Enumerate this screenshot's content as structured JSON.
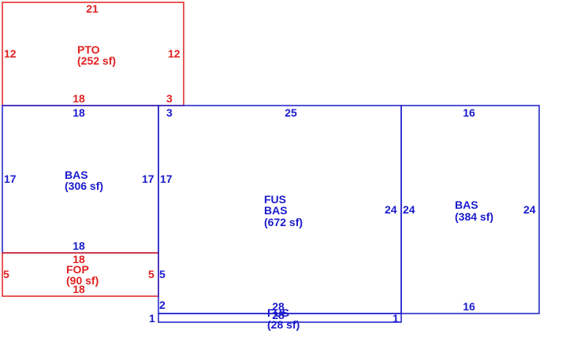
{
  "colors": {
    "patio": "#e02020",
    "building": "#1a1acc"
  },
  "areas": {
    "pto": {
      "code": "PTO",
      "size": "(252 sf)"
    },
    "bas_a": {
      "code": "BAS",
      "size": "(306 sf)"
    },
    "fop": {
      "code": "FOP",
      "size": "(90 sf)"
    },
    "center": {
      "code1": "FUS",
      "code2": "BAS",
      "size": "(672 sf)"
    },
    "bas_b": {
      "code": "BAS",
      "size": "(384 sf)"
    },
    "strip": {
      "code": "FUS",
      "size": "(28 sf)"
    }
  },
  "dims": {
    "pto_top": "21",
    "pto_left": "12",
    "pto_right": "12",
    "pto_bottom": "18",
    "pto_step": "3",
    "basa_top": "18",
    "basa_left": "17",
    "basa_right": "17",
    "basa_bottom": "18",
    "fop_top": "18",
    "fop_left": "5",
    "fop_right": "5",
    "fop_bottom": "18",
    "center_top": "25",
    "center_top_left": "3",
    "center_left_upper": "17",
    "center_left_lower": "5",
    "center_left_bottom": "2",
    "center_right": "24",
    "center_bottom": "28",
    "basb_top": "16",
    "basb_left": "24",
    "basb_right": "24",
    "basb_bottom": "16",
    "strip_left": "1",
    "strip_right": "1",
    "strip_bottom": "28"
  }
}
